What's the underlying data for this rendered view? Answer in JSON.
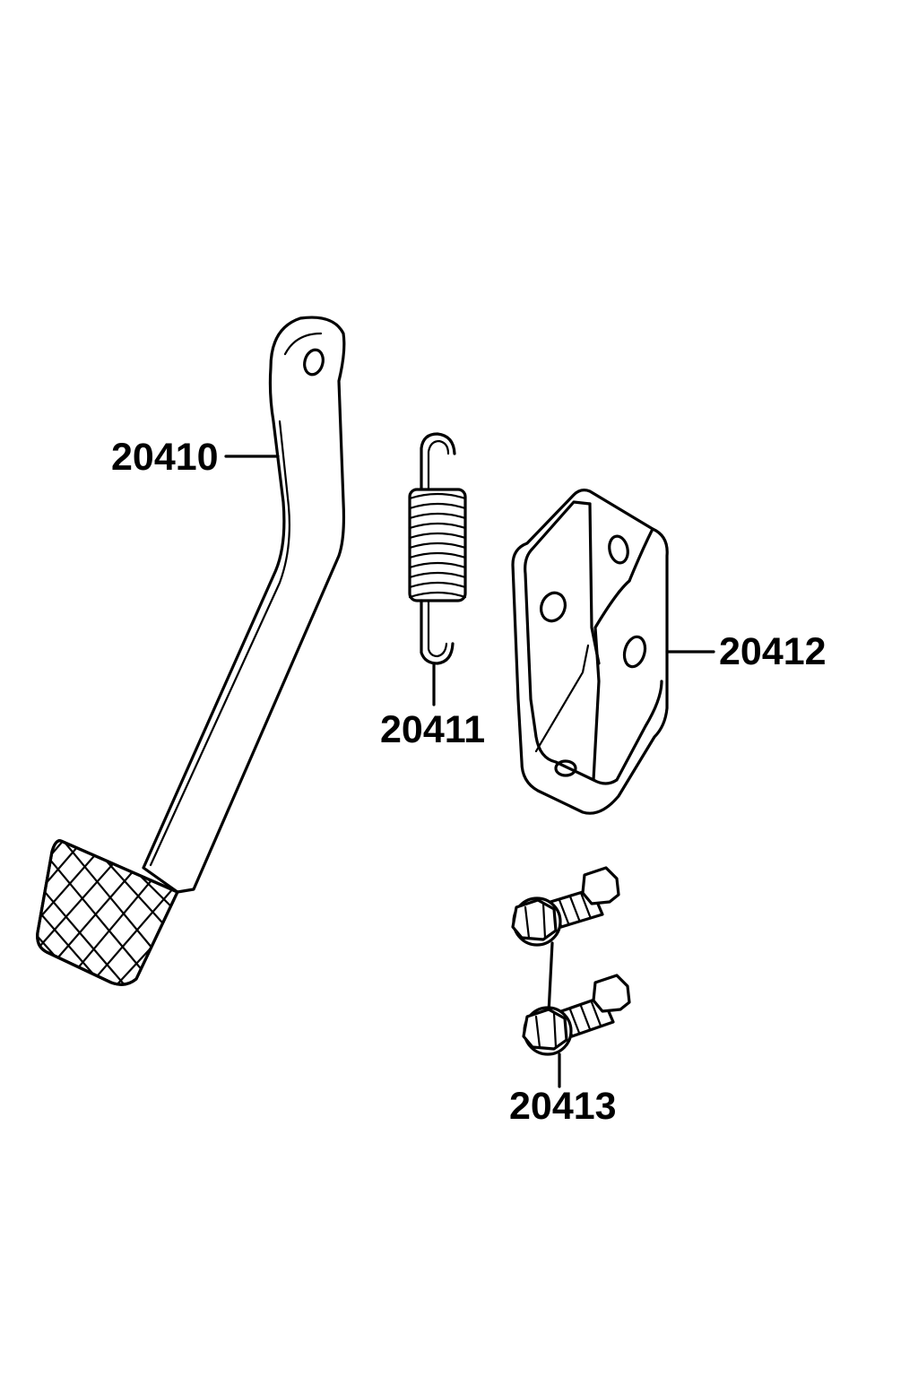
{
  "parts": [
    {
      "id": "pedal",
      "number": "20410"
    },
    {
      "id": "spring",
      "number": "20411"
    },
    {
      "id": "bracket",
      "number": "20412"
    },
    {
      "id": "bolt",
      "number": "20413"
    }
  ],
  "colors": {
    "line": "#000000",
    "background": "#ffffff"
  }
}
